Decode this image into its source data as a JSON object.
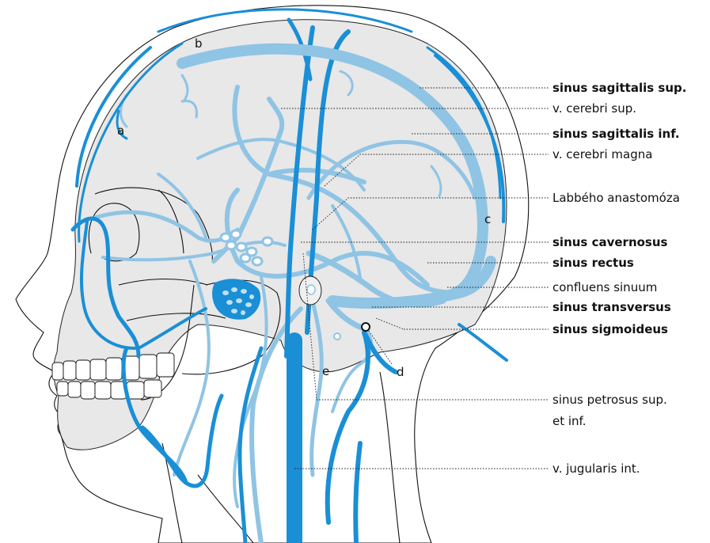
{
  "labels": {
    "sagittalis_sup": "sinus sagittalis sup.",
    "cerebri_sup": "v. cerebri sup.",
    "sagittalis_inf": "sinus sagittalis inf.",
    "cerebri_magna": "v. cerebri magna",
    "labbe": "Labbého anastomóza",
    "cavernosus": "sinus cavernosus",
    "rectus": "sinus rectus",
    "confluens": "confluens sinuum",
    "transversus": "sinus transversus",
    "sigmoideus": "sinus sigmoideus",
    "petrosus_line1": "sinus petrosus sup.",
    "petrosus_line2": "et inf.",
    "jugularis": "v. jugularis int."
  },
  "letters": {
    "a": "a",
    "b": "b",
    "c": "c",
    "d": "d",
    "e": "e"
  },
  "colors": {
    "vein_dark": "#1a8fd6",
    "vein_light": "#8fc4e4",
    "skull_fill": "#e8e8e8",
    "outline": "#111111"
  }
}
